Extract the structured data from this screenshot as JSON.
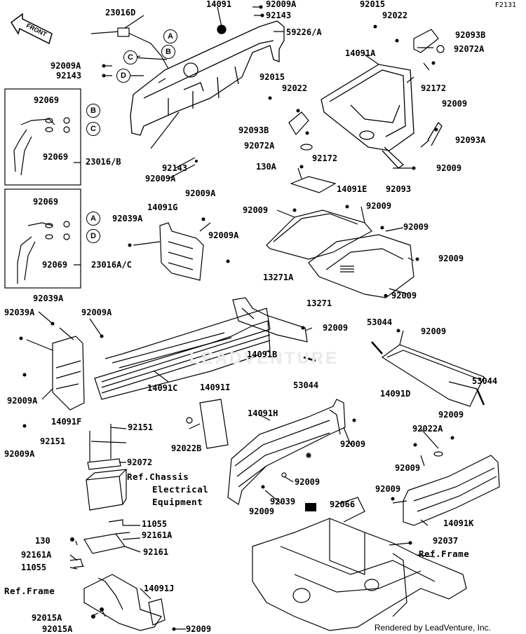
{
  "page_id": "F2131",
  "credit": "Rendered by LeadVenture, Inc.",
  "watermark": "LEADVENTURE",
  "front_label": "FRONT",
  "labels": {
    "l23016D": "23016D",
    "l14091": "14091",
    "l92009A_a": "92009A",
    "l92143_a": "92143",
    "l59226A": "59226/A",
    "l92015_a": "92015",
    "l92022_a": "92022",
    "l92093B_a": "92093B",
    "l92072A_a": "92072A",
    "l92009A_b": "92009A",
    "l92143_b": "92143",
    "l14091A": "14091A",
    "l92172_a": "92172",
    "l92015_b": "92015",
    "l92022_b": "92022",
    "l92009_a": "92009",
    "l92093B_b": "92093B",
    "l92093A": "92093A",
    "l92072A_b": "92072A",
    "l92172_b": "92172",
    "l92069_a": "92069",
    "l92069_b": "92069",
    "l23016B": "23016/B",
    "l92143_c": "92143",
    "l92009A_c": "92009A",
    "l130A": "130A",
    "l92009_b": "92009",
    "l92093": "92093",
    "l14091E": "14091E",
    "l92069_c": "92069",
    "l92009A_d": "92009A",
    "l14091G": "14091G",
    "l92039A_a": "92039A",
    "l92009_c": "92009",
    "l92009_d": "92009",
    "l92009A_e": "92009A",
    "l92009_e": "92009",
    "l92069_d": "92069",
    "l23016AC": "23016A/C",
    "l13271A": "13271A",
    "l92009_f": "92009",
    "l13271": "13271",
    "l92009_g": "92009",
    "l92039A_b": "92039A",
    "l92039A_c": "92039A",
    "l92009A_f": "92009A",
    "l92009_h": "92009",
    "l53044_a": "53044",
    "l92009_i": "92009",
    "l14091B": "14091B",
    "l53044_b": "53044",
    "l14091D": "14091D",
    "l53044_c": "53044",
    "l92009A_g": "92009A",
    "l14091C": "14091C",
    "l14091F": "14091F",
    "l14091I": "14091I",
    "l14091H": "14091H",
    "l92009_j": "92009",
    "l92151_a": "92151",
    "l92151_b": "92151",
    "l92022B": "92022B",
    "l92009_k": "92009",
    "l92022A": "92022A",
    "l92009A_h": "92009A",
    "l92072": "92072",
    "l92009_l": "92009",
    "l92009_m": "92009",
    "l92039": "92039",
    "l92009_n": "92009",
    "l92066": "92066",
    "l92009_o": "92009",
    "l14091K": "14091K",
    "l11055_a": "11055",
    "l92161A_a": "92161A",
    "l130": "130",
    "l92037": "92037",
    "l92161": "92161",
    "l92161A_b": "92161A",
    "l11055_b": "11055",
    "l14091J": "14091J",
    "l92015A_a": "92015A",
    "l92015A_b": "92015A",
    "l92009_p": "92009"
  },
  "refs": {
    "chassis_line1": "Ref.Chassis",
    "chassis_line2": "Electrical",
    "chassis_line3": "Equipment",
    "frame_right": "Ref.Frame",
    "frame_left": "Ref.Frame"
  },
  "callouts": {
    "a1": "A",
    "b1": "B",
    "c1": "C",
    "d1": "D",
    "b2": "B",
    "c2": "C",
    "a2": "A",
    "d2": "D"
  }
}
